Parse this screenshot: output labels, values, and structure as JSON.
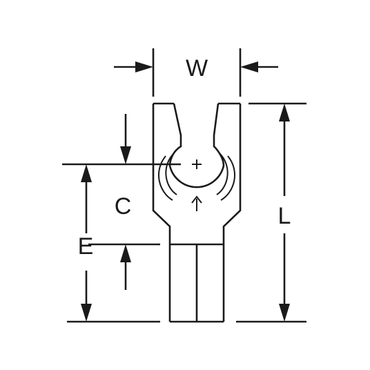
{
  "diagram": {
    "labels": {
      "width": "W",
      "length": "L",
      "center": "C",
      "edge": "E"
    },
    "colors": {
      "ink": "#1a1a1a",
      "background": "#ffffff"
    }
  }
}
